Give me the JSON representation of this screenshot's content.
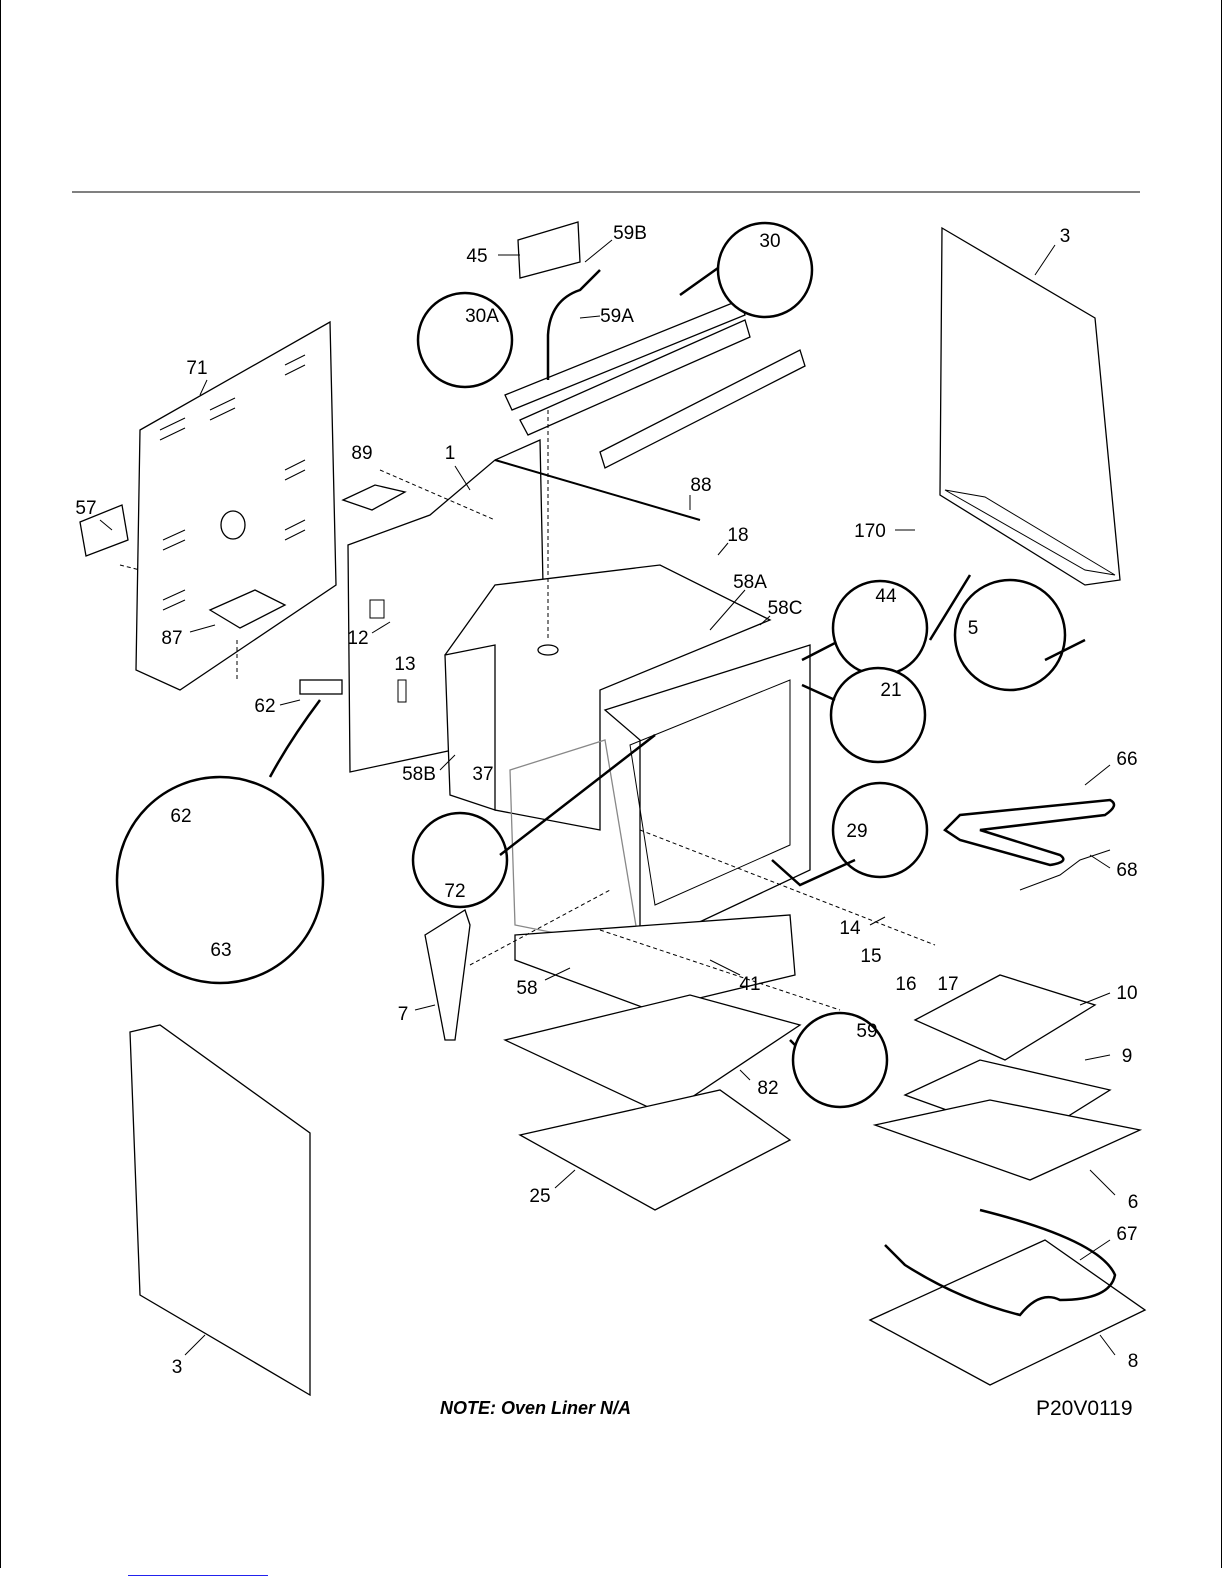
{
  "callouts": [
    "45",
    "59B",
    "30",
    "30A",
    "59A",
    "3",
    "71",
    "89",
    "1",
    "88",
    "57",
    "18",
    "170",
    "44",
    "58A",
    "58C",
    "5",
    "87",
    "12",
    "13",
    "21",
    "62",
    "66",
    "58B",
    "37",
    "62",
    "29",
    "68",
    "72",
    "14",
    "15",
    "63",
    "16",
    "17",
    "41",
    "10",
    "58",
    "7",
    "59",
    "9",
    "82",
    "6",
    "25",
    "67",
    "8",
    "3"
  ],
  "note": "NOTE:  Oven Liner N/A",
  "diagram_code": "P20V0119"
}
